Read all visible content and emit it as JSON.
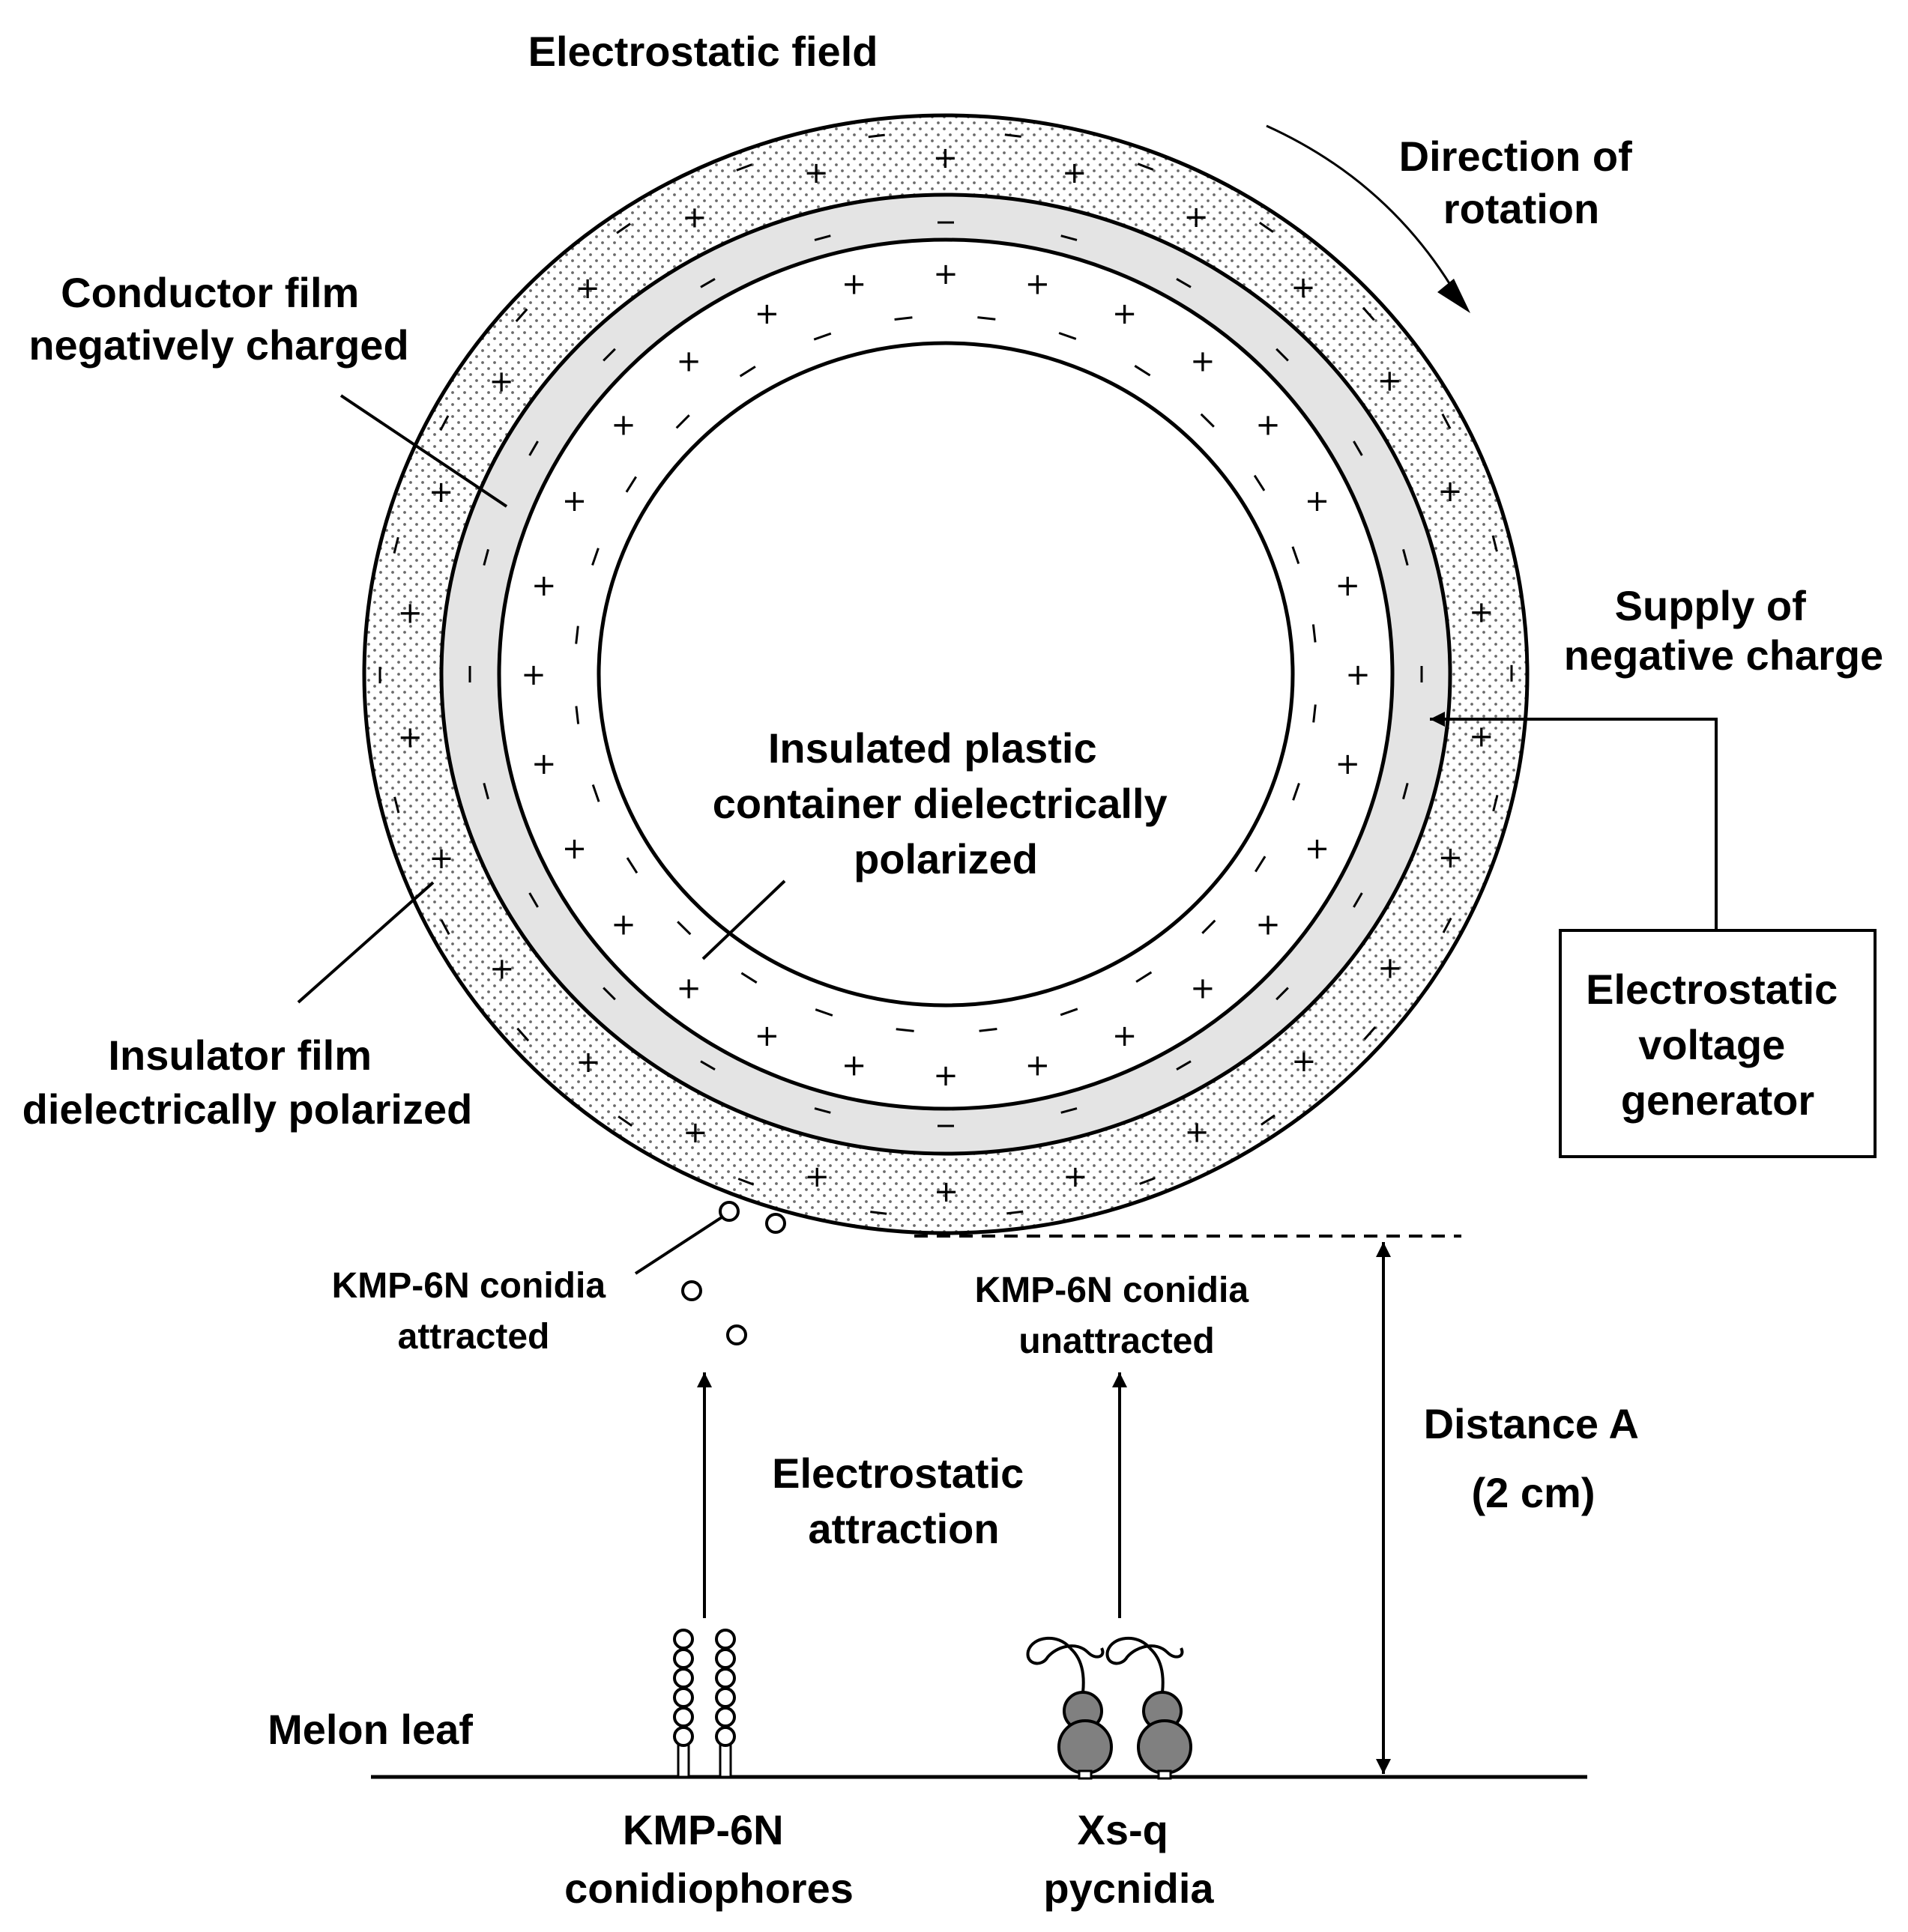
{
  "labels": {
    "field": "Electrostatic field",
    "rotation": [
      "Direction of",
      "rotation"
    ],
    "conductor": [
      "Conductor film",
      "negatively charged"
    ],
    "supply": [
      "Supply of",
      "negative charge"
    ],
    "container": [
      "Insulated plastic",
      "container dielectrically",
      "polarized"
    ],
    "insulator": [
      "Insulator  film",
      "dielectrically polarized"
    ],
    "generator": [
      "Electrostatic",
      "voltage",
      "generator"
    ],
    "attracted": [
      "KMP-6N conidia",
      "attracted"
    ],
    "unattracted": [
      "KMP-6N conidia",
      "unattracted"
    ],
    "distance": [
      "Distance A",
      "(2 cm)"
    ],
    "attraction": [
      "Electrostatic",
      "attraction"
    ],
    "leaf": "Melon leaf",
    "conidiophores": [
      "KMP-6N",
      "conidiophores"
    ],
    "pycnidia": [
      "Xs-q",
      "pycnidia"
    ]
  },
  "signs": {
    "plus": "+",
    "minus": "−"
  },
  "colors": {
    "ink": "#000000",
    "conductor_fill": "#e4e4e4",
    "insulator_dots": "#6a6a6a",
    "pycnidium_fill": "#808080"
  }
}
